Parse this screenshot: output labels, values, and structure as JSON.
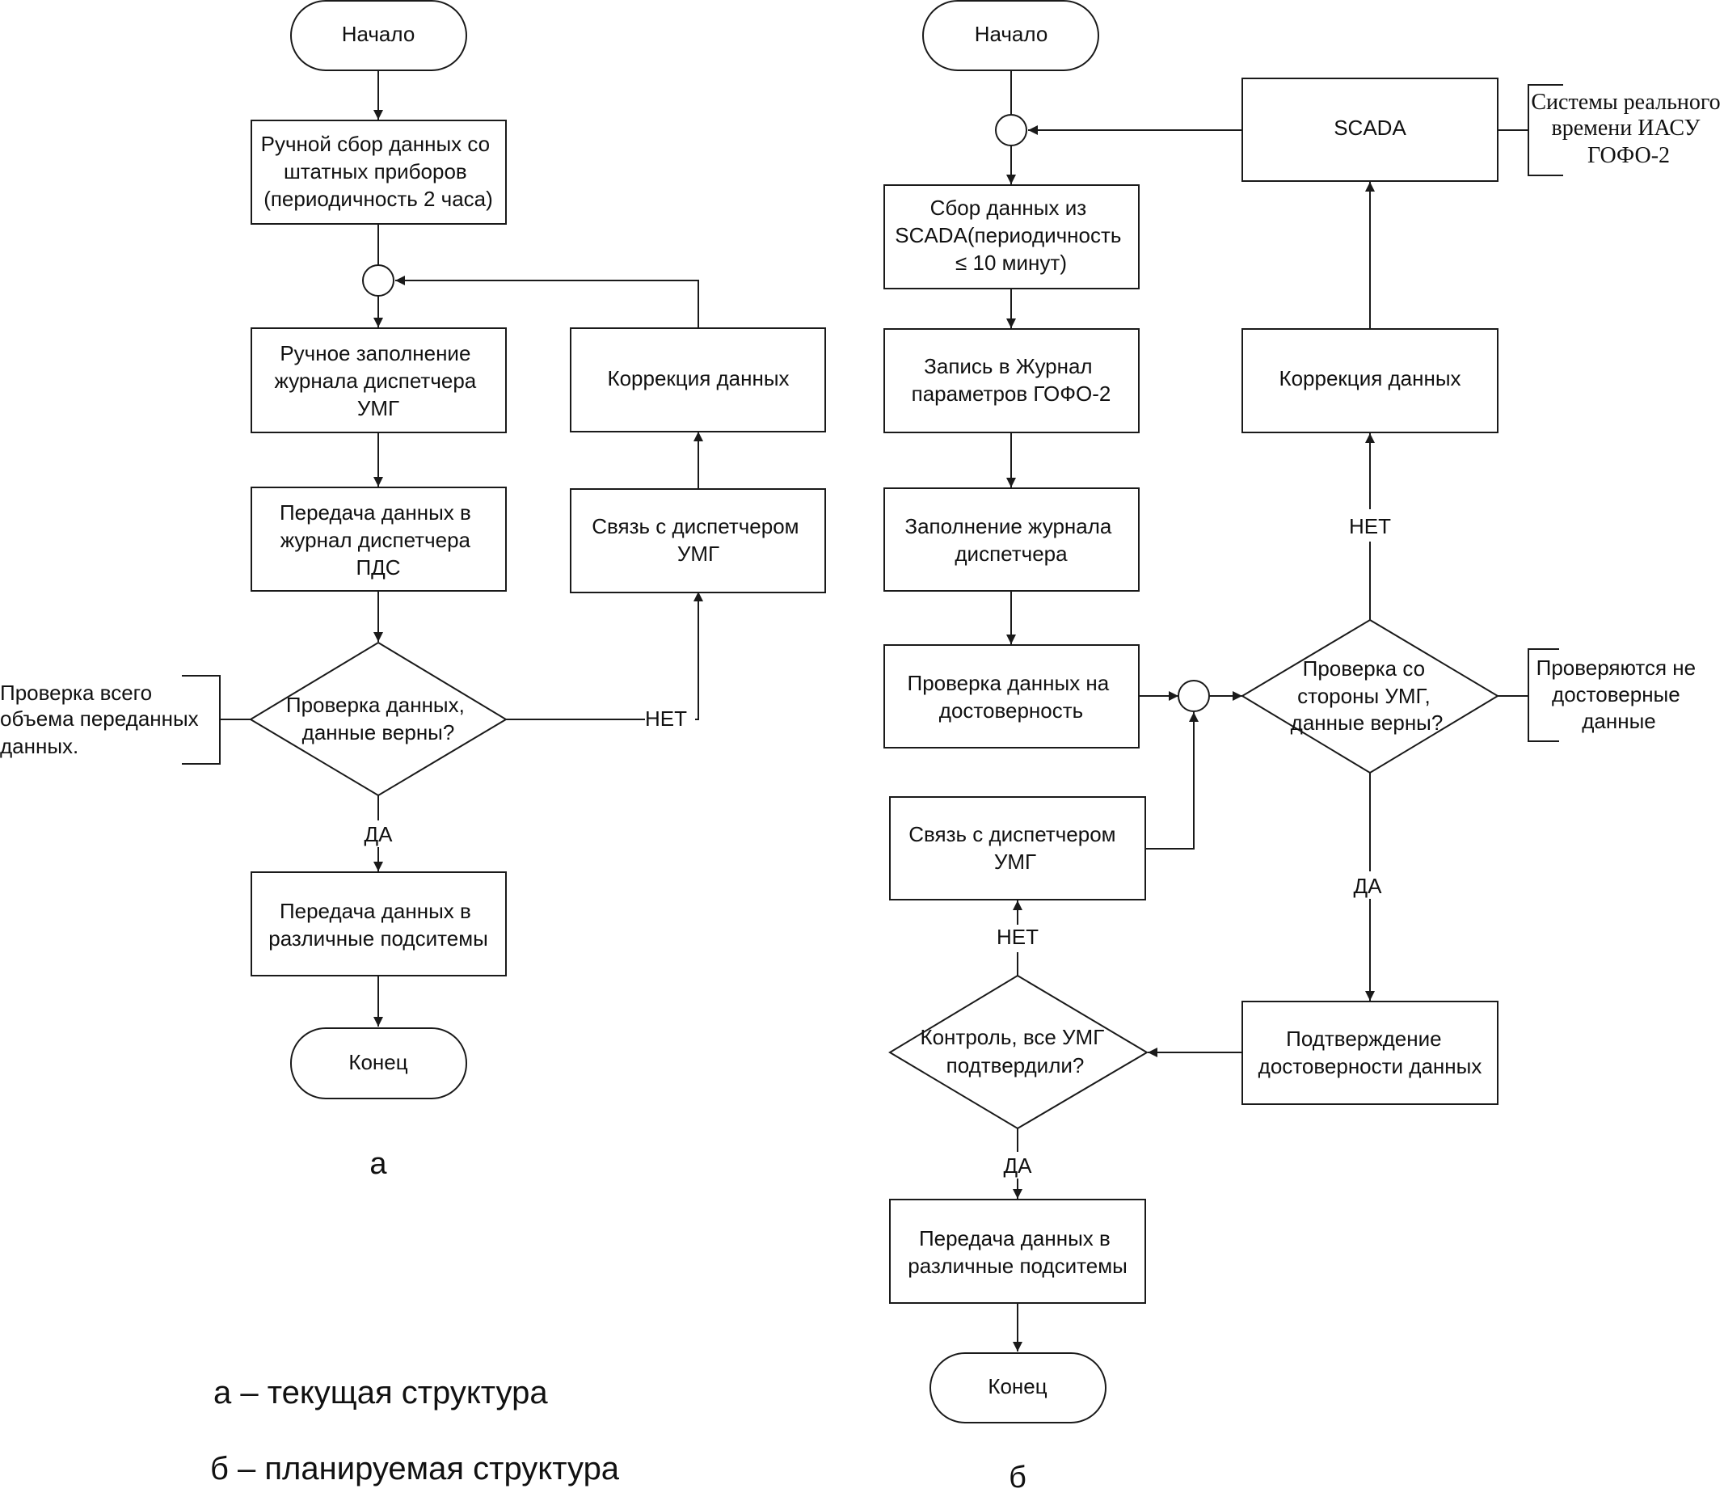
{
  "diagram_a": {
    "start": "Начало",
    "manual_collect": [
      "Ручной сбор данных со",
      "штатных приборов",
      "(периодичность 2 часа)"
    ],
    "manual_fill": [
      "Ручное заполнение",
      "журнала диспетчера",
      "УМГ"
    ],
    "transfer_pds": [
      "Передача данных в",
      "журнал диспетчера",
      "ПДС"
    ],
    "check": [
      "Проверка данных,",
      "данные верны?"
    ],
    "check_note": [
      "Проверка всего",
      "объема переданных",
      "данных."
    ],
    "no_label": "НЕТ",
    "yes_label": "ДА",
    "contact": [
      "Связь с диспетчером",
      "УМГ"
    ],
    "correction": "Коррекция данных",
    "transfer_sub": [
      "Передача данных в",
      "различные подситемы"
    ],
    "end": "Конец",
    "caption": "а"
  },
  "diagram_b": {
    "start": "Начало",
    "collect": [
      "Сбор данных из",
      "SCADA(периодичность",
      "≤ 10 минут)"
    ],
    "journal": [
      "Запись в Журнал",
      "параметров ГОФО-2"
    ],
    "fill_journal": [
      "Заполнение журнала",
      "диспетчера"
    ],
    "check_validity": [
      "Проверка данных на",
      "достоверность"
    ],
    "scada": "SCADA",
    "scada_note": [
      "Системы реального",
      "времени ИАСУ",
      "ГОФО-2"
    ],
    "correction": "Коррекция данных",
    "no_label_top": "НЕТ",
    "umg_check": [
      "Проверка со",
      "стороны УМГ,",
      "данные верны?"
    ],
    "umg_note": [
      "Проверяются не",
      "достоверные",
      "данные"
    ],
    "yes_label_right": "ДА",
    "contact": [
      "Связь с диспетчером",
      "УМГ"
    ],
    "no_label_left": "НЕТ",
    "confirm": [
      "Подтверждение",
      "достоверности данных"
    ],
    "control": [
      "Контроль, все УМГ",
      "подтвердили?"
    ],
    "yes_label_bottom": "ДА",
    "transfer_sub": [
      "Передача данных в",
      "различные подситемы"
    ],
    "end": "Конец",
    "caption": "б"
  },
  "legend": {
    "a": "а – текущая структура",
    "b": "б – планируемая структура"
  }
}
